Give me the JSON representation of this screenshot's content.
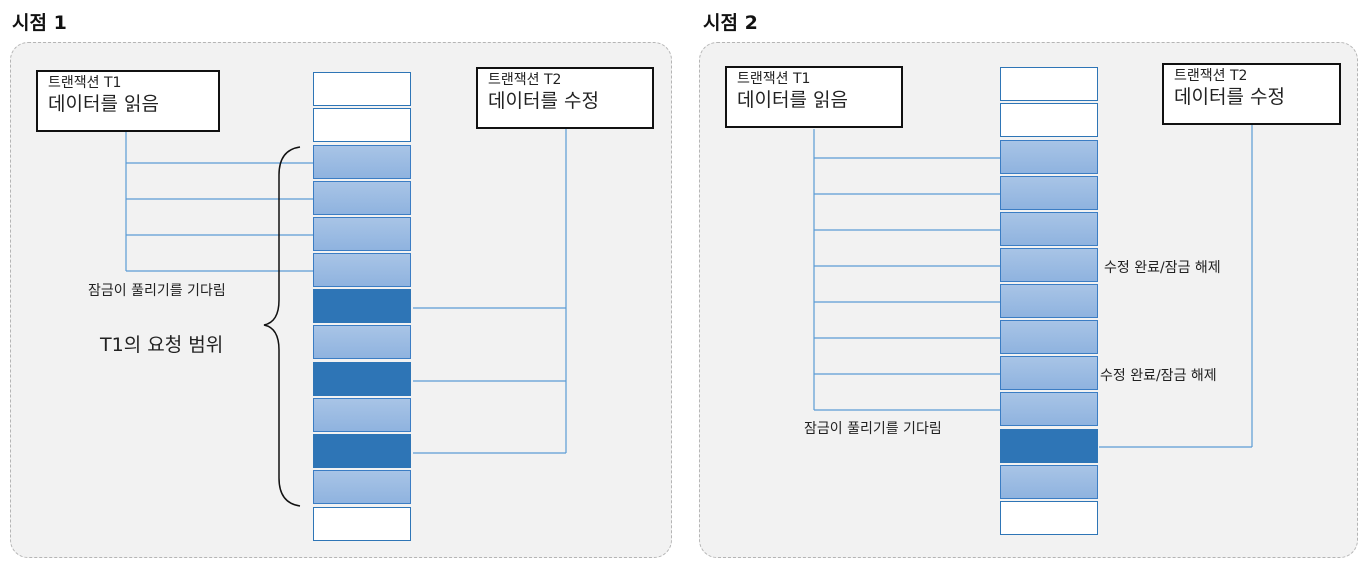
{
  "timepoint1": {
    "title": "시점 1",
    "t1_box": {
      "line1": "트랜잭션 T1",
      "line2": "데이터를 읽음"
    },
    "t2_box": {
      "line1": "트랜잭션 T2",
      "line2": "데이터를 수정"
    },
    "wait_label": "잠금이 풀리기를 기다림",
    "range_label": "T1의 요청 범위",
    "cells": [
      "empty",
      "empty",
      "range",
      "range",
      "range",
      "range",
      "modified",
      "range",
      "modified",
      "range",
      "modified",
      "range",
      "empty"
    ]
  },
  "timepoint2": {
    "title": "시점 2",
    "t1_box": {
      "line1": "트랜잭션 T1",
      "line2": "데이터를 읽음"
    },
    "t2_box": {
      "line1": "트랜잭션 T2",
      "line2": "데이터를 수정"
    },
    "wait_label": "잠금이 풀리기를 기다림",
    "release_label_1": "수정 완료/잠금 해제",
    "release_label_2": "수정 완료/잠금 해제",
    "cells": [
      "empty",
      "empty",
      "range",
      "range",
      "range",
      "range",
      "range",
      "range",
      "range",
      "range",
      "modified",
      "range",
      "empty"
    ]
  },
  "colors": {
    "modified": "#2e75b6",
    "range": "#9dbde3",
    "line": "#5b9bd5"
  }
}
